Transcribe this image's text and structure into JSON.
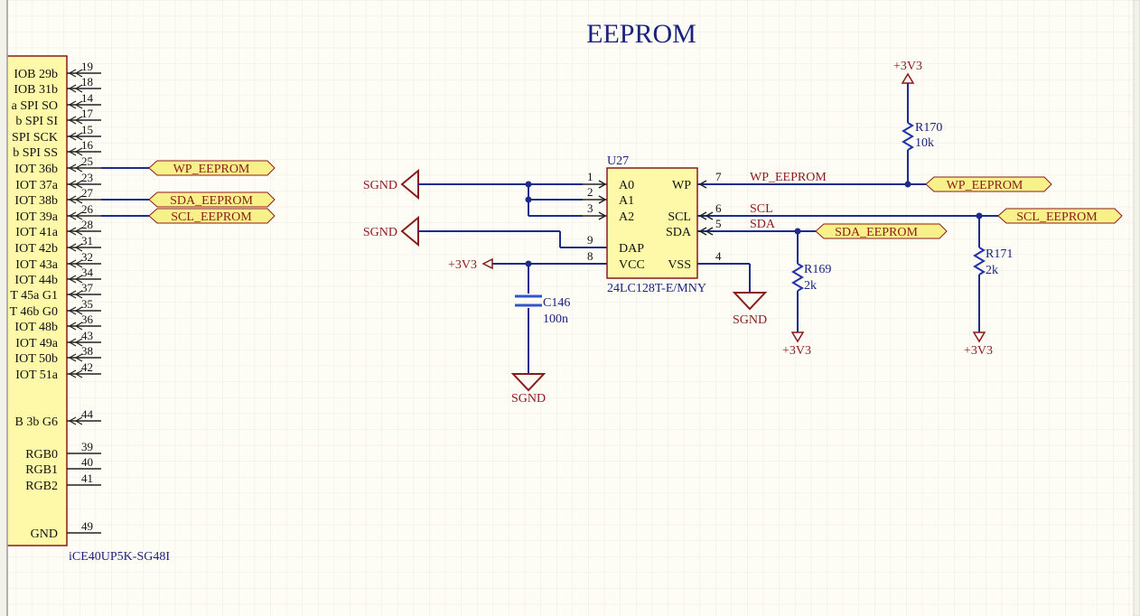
{
  "title": "EEPROM",
  "fpga": {
    "part": "iCE40UP5K-SG48I",
    "pins": [
      {
        "label": "IOB 29b",
        "num": "19"
      },
      {
        "label": "IOB 31b",
        "num": "18"
      },
      {
        "label": "a SPI SO",
        "num": "14"
      },
      {
        "label": "b SPI SI",
        "num": "17"
      },
      {
        "label": "SPI SCK",
        "num": "15"
      },
      {
        "label": "b SPI SS",
        "num": "16"
      },
      {
        "label": "IOT 36b",
        "num": "25"
      },
      {
        "label": "IOT 37a",
        "num": "23"
      },
      {
        "label": "IOT 38b",
        "num": "27"
      },
      {
        "label": "IOT 39a",
        "num": "26"
      },
      {
        "label": "IOT 41a",
        "num": "28"
      },
      {
        "label": "IOT 42b",
        "num": "31"
      },
      {
        "label": "IOT 43a",
        "num": "32"
      },
      {
        "label": "IOT 44b",
        "num": "34"
      },
      {
        "label": "T 45a G1",
        "num": "37"
      },
      {
        "label": "T 46b G0",
        "num": "35"
      },
      {
        "label": "IOT 48b",
        "num": "36"
      },
      {
        "label": "IOT 49a",
        "num": "43"
      },
      {
        "label": "IOT 50b",
        "num": "38"
      },
      {
        "label": "IOT 51a",
        "num": "42"
      },
      {
        "label": "B 3b G6",
        "num": "44"
      },
      {
        "label": "RGB0",
        "num": "39"
      },
      {
        "label": "RGB1",
        "num": "40"
      },
      {
        "label": "RGB2",
        "num": "41"
      },
      {
        "label": "GND",
        "num": "49"
      }
    ]
  },
  "eeprom": {
    "designator": "U27",
    "part": "24LC128T-E/MNY",
    "pins": {
      "a0": {
        "name": "A0",
        "num": "1"
      },
      "a1": {
        "name": "A1",
        "num": "2"
      },
      "a2": {
        "name": "A2",
        "num": "3"
      },
      "dap": {
        "name": "DAP",
        "num": "9"
      },
      "vcc": {
        "name": "VCC",
        "num": "8"
      },
      "wp": {
        "name": "WP",
        "num": "7"
      },
      "scl": {
        "name": "SCL",
        "num": "6"
      },
      "sda": {
        "name": "SDA",
        "num": "5"
      },
      "vss": {
        "name": "VSS",
        "num": "4"
      }
    }
  },
  "nets": {
    "wp_eeprom": "WP_EEPROM",
    "sda_eeprom": "SDA_EEPROM",
    "scl_eeprom": "SCL_EEPROM",
    "wire_wp": "WP_EEPROM",
    "wire_scl": "SCL",
    "wire_sda": "SDA",
    "sgnd": "SGND",
    "p3v3": "+3V3"
  },
  "components": {
    "r170": {
      "ref": "R170",
      "value": "10k"
    },
    "r169": {
      "ref": "R169",
      "value": "2k"
    },
    "r171": {
      "ref": "R171",
      "value": "2k"
    },
    "c146": {
      "ref": "C146",
      "value": "100n"
    }
  },
  "colors": {
    "wire": "#1c2b8c",
    "power": "#8b1a1a",
    "body_fill": "#fdf9a8",
    "body_stroke": "#8b1a1a",
    "port_fill": "#f8f18a",
    "grid": "#ecebe2",
    "cap": "#3355cc",
    "res": "#2233aa"
  }
}
